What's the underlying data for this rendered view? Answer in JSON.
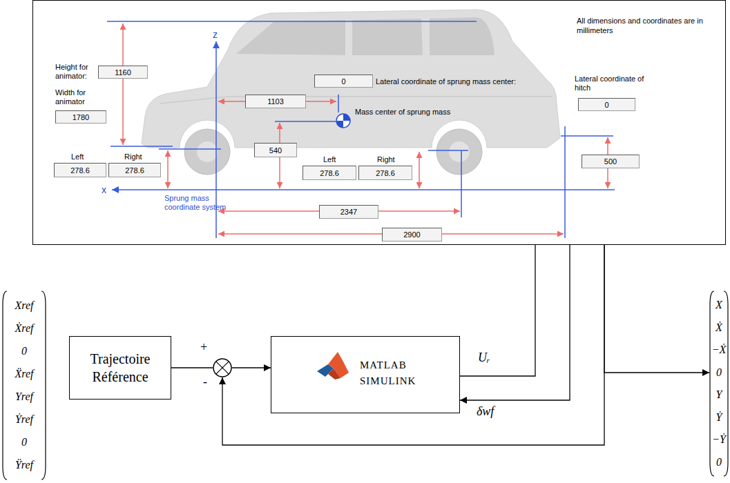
{
  "diagram": {
    "nodes": [
      {
        "text": [
          "All dimensions and coordinates are in millimeters"
        ]
      },
      {
        "text": [
          "1160"
        ],
        "in": 0
      },
      {
        "text": [
          "1780"
        ],
        "in": 0
      },
      {
        "text": [
          "0"
        ],
        "in": 0
      },
      {
        "text": [
          "1103"
        ],
        "in": 0
      },
      {
        "text": [
          "0"
        ],
        "in": 0
      },
      {
        "text": [
          "540"
        ],
        "in": 0
      },
      {
        "text": [
          "278.6"
        ],
        "in": 0
      },
      {
        "text": [
          "278.6"
        ],
        "in": 0
      },
      {
        "text": [
          "278.6"
        ],
        "in": 0
      },
      {
        "text": [
          "278.6"
        ],
        "in": 0
      },
      {
        "text": [
          "500"
        ],
        "in": 0
      },
      {
        "text": [
          "2347"
        ],
        "in": 0
      },
      {
        "text": [
          "2900"
        ],
        "in": 0
      },
      {
        "text": [
          "Xref",
          "Ẋref",
          "0",
          "Ẍref",
          "Yref",
          "Ẏref",
          "0",
          "Ÿref"
        ]
      },
      {
        "text": [
          "Trajectoire Référence"
        ]
      },
      {
        "text": [
          "+",
          "-"
        ]
      },
      {
        "text": [
          "MATLAB SIMULINK"
        ]
      },
      {
        "text": [
          "X",
          "Ẋ",
          "−Ẋ",
          "0",
          "Y",
          "Ẏ",
          "−Ẏ",
          "0"
        ]
      }
    ],
    "edges": [
      {
        "from": 15,
        "to": 16,
        "arrow": "none"
      },
      {
        "from": 16,
        "to": 17,
        "arrow": "to"
      },
      {
        "from": 17,
        "to": 0,
        "label": "Uᵣ",
        "arrow": "none"
      },
      {
        "from": 0,
        "to": 17,
        "label": "δwf",
        "arrow": "to"
      },
      {
        "from": 0,
        "to": 18,
        "arrow": "to"
      },
      {
        "from": 0,
        "to": 16,
        "arrow": "to"
      }
    ],
    "labels": [
      "Height for animator:",
      "Width for animator",
      "Lateral coordinate of sprung mass center:",
      "Mass center of sprung mass",
      "Lateral coordinate of hitch",
      "Left",
      "Right",
      "Left",
      "Right",
      "Sprung mass coordinate system",
      "z",
      "x"
    ]
  }
}
